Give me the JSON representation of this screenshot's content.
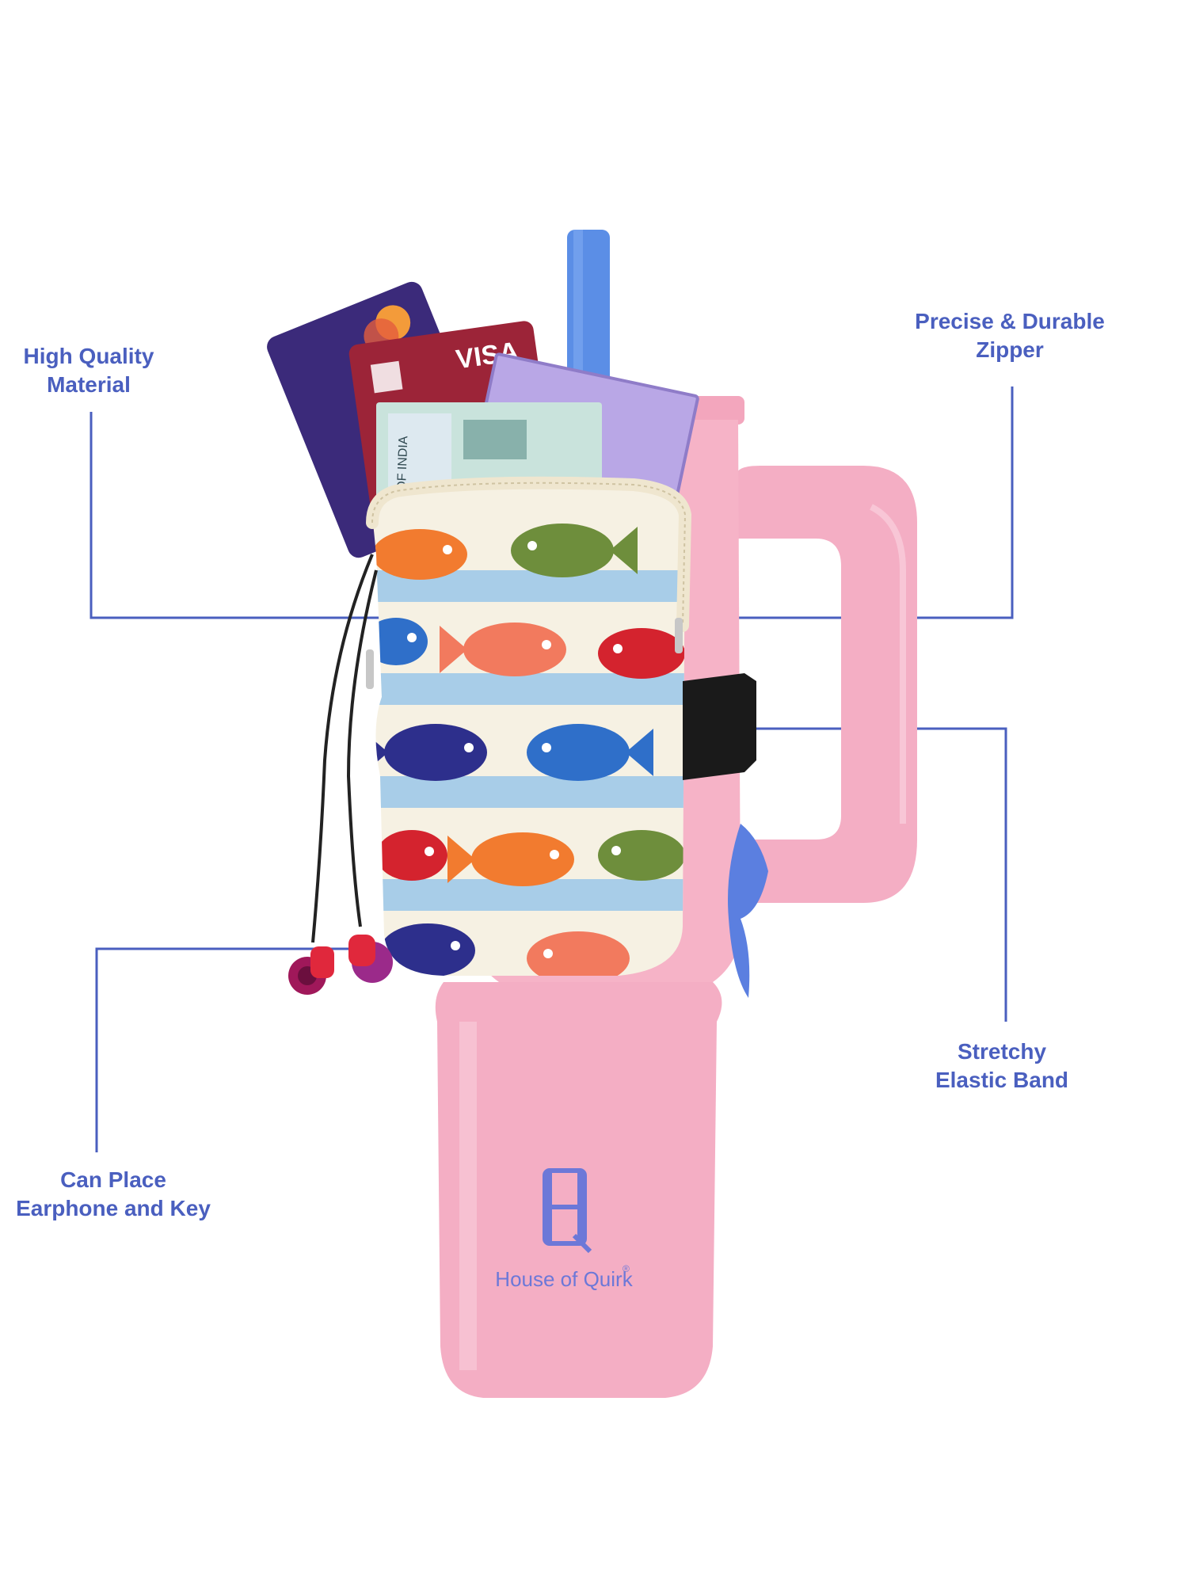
{
  "callouts": {
    "material": {
      "line1": "High Quality",
      "line2": "Material"
    },
    "zipper": {
      "line1": "Precise & Durable",
      "line2": "Zipper"
    },
    "band": {
      "line1": "Stretchy",
      "line2": "Elastic Band"
    },
    "earphone": {
      "line1": "Can Place",
      "line2": "Earphone and Key"
    }
  },
  "product": {
    "brand": "House of Quirk",
    "card_label": "VISA",
    "note_label": "OF INDIA"
  },
  "colors": {
    "callout": "#4a5fbf",
    "tumbler": "#f4aec4",
    "straw": "#5b8ee6"
  }
}
